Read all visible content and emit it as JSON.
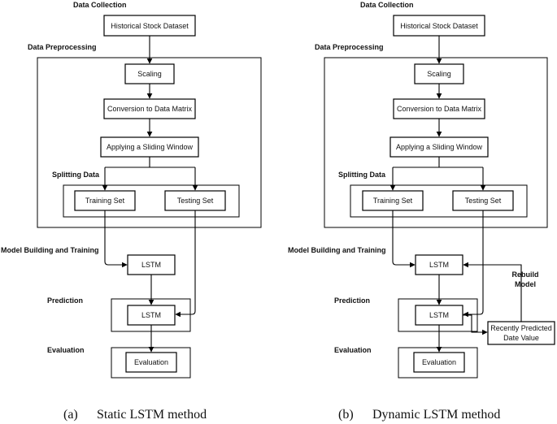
{
  "panel_a": {
    "sections": {
      "data_collection": "Data Collection",
      "data_preprocessing": "Data Preprocessing",
      "splitting_data": "Splitting Data",
      "model_building": "Model Building and Training",
      "prediction": "Prediction",
      "evaluation": "Evaluation"
    },
    "boxes": {
      "dataset": "Historical Stock Dataset",
      "scaling": "Scaling",
      "conversion": "Conversion to Data Matrix",
      "sliding": "Applying a Sliding Window",
      "training": "Training Set",
      "testing": "Testing Set",
      "lstm_train": "LSTM",
      "lstm_predict": "LSTM",
      "evaluation": "Evaluation"
    },
    "caption_label": "(a)",
    "caption_text": "Static LSTM method"
  },
  "panel_b": {
    "sections": {
      "data_collection": "Data Collection",
      "data_preprocessing": "Data Preprocessing",
      "splitting_data": "Splitting Data",
      "model_building": "Model Building and Training",
      "prediction": "Prediction",
      "evaluation": "Evaluation"
    },
    "boxes": {
      "dataset": "Historical Stock Dataset",
      "scaling": "Scaling",
      "conversion": "Conversion to Data Matrix",
      "sliding": "Applying a Sliding Window",
      "training": "Training Set",
      "testing": "Testing Set",
      "lstm_train": "LSTM",
      "lstm_predict": "LSTM",
      "evaluation": "Evaluation",
      "recent_line1": "Recently Predicted",
      "recent_line2": "Date Value"
    },
    "rebuild_line1": "Rebuild",
    "rebuild_line2": "Model",
    "caption_label": "(b)",
    "caption_text": "Dynamic LSTM method"
  },
  "colors": {
    "stroke": "#000000",
    "background": "#ffffff"
  }
}
